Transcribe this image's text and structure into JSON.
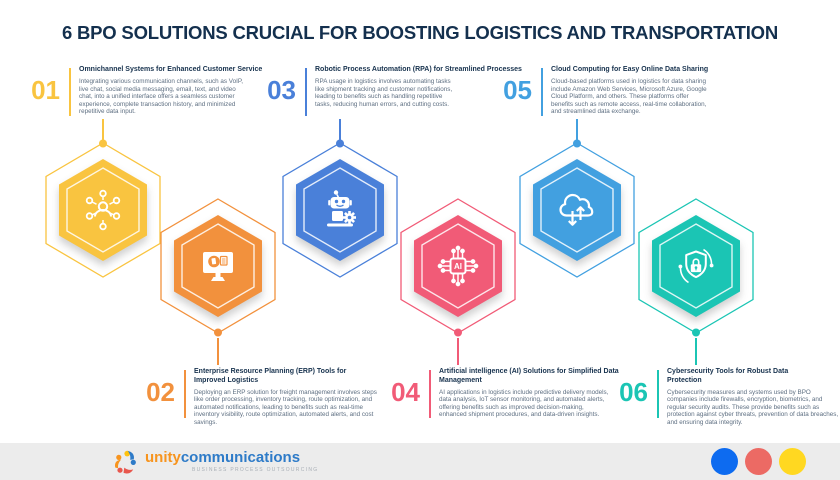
{
  "title": "6 BPO SOLUTIONS CRUCIAL FOR BOOSTING LOGISTICS AND TRANSPORTATION",
  "items": [
    {
      "number": "01",
      "heading": "Omnichannel Systems for Enhanced Customer Service",
      "body": "Integrating various communication channels, such as VoIP, live chat, social media messaging, email, text, and video chat, into a unified interface offers a seamless customer experience, complete transaction history, and minimized repetitive data input.",
      "color": "#F9C440",
      "icon": "omnichannel-network-icon"
    },
    {
      "number": "02",
      "heading": "Enterprise Resource Planning (ERP) Tools for Improved Logistics",
      "body": "Deploying an ERP solution for freight management involves steps like order processing, inventory tracking, route optimization, and automated notifications, leading to benefits such as real-time inventory visibility, route optimization, automated alerts, and cost savings.",
      "color": "#F2913D",
      "icon": "erp-monitor-icon"
    },
    {
      "number": "03",
      "heading": "Robotic Process Automation (RPA) for Streamlined Processes",
      "body": "RPA usage in logistics involves automating tasks like shipment tracking and customer notifications, leading to benefits such as handling repetitive tasks, reducing human errors, and cutting costs.",
      "color": "#4A80D9",
      "icon": "rpa-robot-icon"
    },
    {
      "number": "04",
      "heading": "Artificial intelligence (AI) Solutions for Simplified Data Management",
      "body": "AI applications in logistics include predictive delivery models, data analysis, IoT sensor monitoring, and automated alerts, offering benefits such as improved decision-making, enhanced shipment procedures, and data-driven insights.",
      "color": "#F15B77",
      "icon": "ai-chip-icon"
    },
    {
      "number": "05",
      "heading": "Cloud Computing for Easy Online Data Sharing",
      "body": "Cloud-based platforms used in logistics for data sharing include Amazon Web Services, Microsoft Azure, Google Cloud Platform, and others. These platforms offer benefits such as remote access, real-time collaboration, and streamlined data exchange.",
      "color": "#42A0E0",
      "icon": "cloud-data-icon"
    },
    {
      "number": "06",
      "heading": "Cybersecurity Tools for Robust Data Protection",
      "body": "Cybersecurity measures and systems used by BPO companies include firewalls, encryption, biometrics, and regular security audits. These provide benefits such as protection against cyber threats, prevention of data breaches, and ensuring data integrity.",
      "color": "#1BC5B4",
      "icon": "cybersecurity-shield-icon"
    }
  ],
  "footer": {
    "brand_primary": "unity",
    "brand_secondary": "communications",
    "tagline": "BUSINESS PROCESS OUTSOURCING",
    "dot_colors": [
      "#0D6BF0",
      "#EC6A64",
      "#FFD821"
    ]
  }
}
